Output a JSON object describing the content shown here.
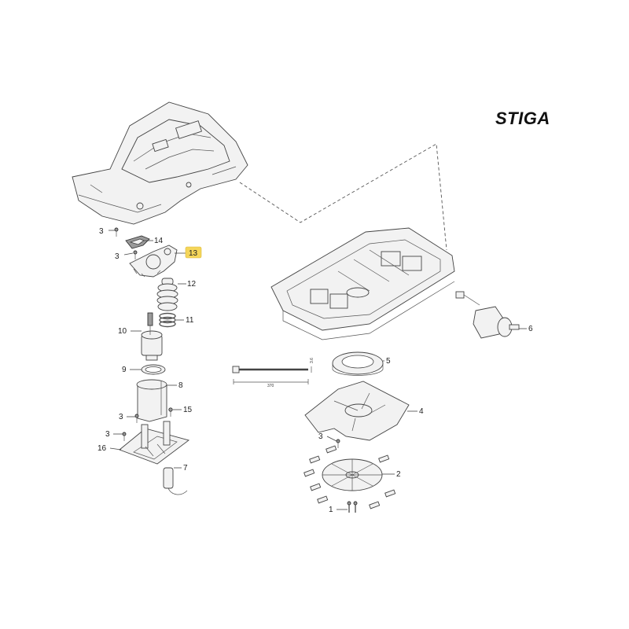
{
  "brand": {
    "name": "STIGA"
  },
  "highlight_color": "#f5d65a",
  "callouts": [
    {
      "id": "c3a",
      "label": "3"
    },
    {
      "id": "c14",
      "label": "14"
    },
    {
      "id": "c3b",
      "label": "3"
    },
    {
      "id": "c13",
      "label": "13",
      "highlighted": true
    },
    {
      "id": "c12",
      "label": "12"
    },
    {
      "id": "c11",
      "label": "11"
    },
    {
      "id": "c10",
      "label": "10"
    },
    {
      "id": "c9",
      "label": "9"
    },
    {
      "id": "c8",
      "label": "8"
    },
    {
      "id": "c3c",
      "label": "3"
    },
    {
      "id": "c15",
      "label": "15"
    },
    {
      "id": "c3d",
      "label": "3"
    },
    {
      "id": "c16",
      "label": "16"
    },
    {
      "id": "c7",
      "label": "7"
    },
    {
      "id": "c6",
      "label": "6"
    },
    {
      "id": "c5",
      "label": "5"
    },
    {
      "id": "c4",
      "label": "4"
    },
    {
      "id": "c3e",
      "label": "3"
    },
    {
      "id": "c2",
      "label": "2"
    },
    {
      "id": "c1",
      "label": "1"
    }
  ],
  "dimensions": {
    "tie_length": "370",
    "tie_width": "3.6"
  }
}
